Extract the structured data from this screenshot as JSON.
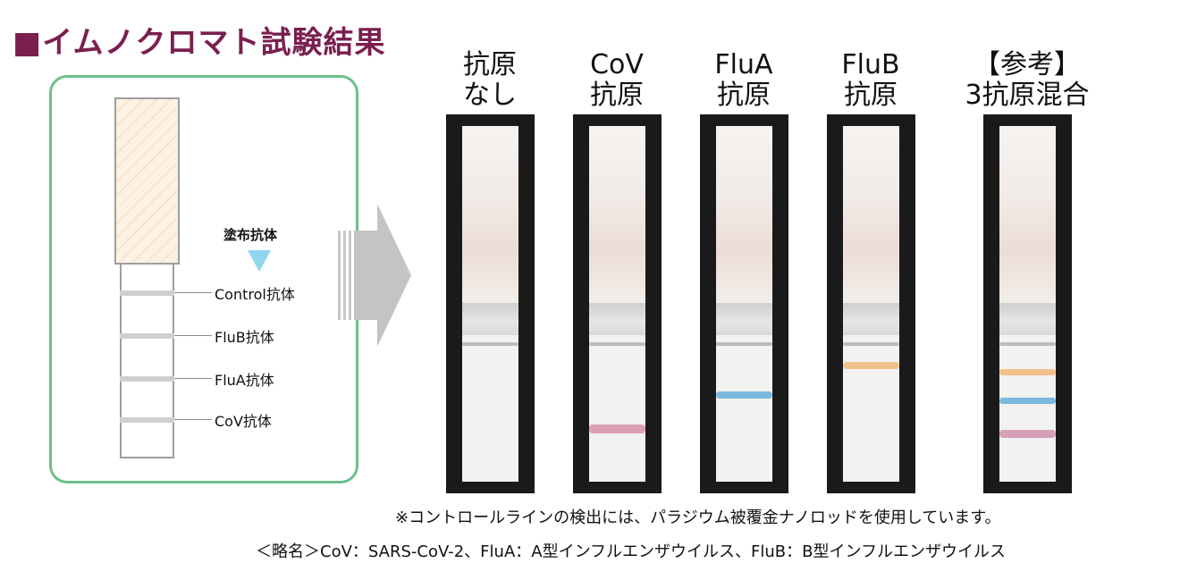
{
  "title": "■イムノクロマト試験結果",
  "diagram": {
    "coating_label": "塗布抗体",
    "labels": [
      "Control抗体",
      "FluB抗体",
      "FluA抗体",
      "CoV抗体"
    ]
  },
  "columns": [
    {
      "line1": "抗原",
      "line2": "なし"
    },
    {
      "line1": "CoV",
      "line2": "抗原"
    },
    {
      "line1": "FluA",
      "line2": "抗原"
    },
    {
      "line1": "FluB",
      "line2": "抗原"
    },
    {
      "line1": "【参考】",
      "line2": "3抗原混合"
    }
  ],
  "colors": {
    "title": "#7a1f4f",
    "panel_border": "#6cc08a",
    "cov_line": "#d98fa6",
    "flua_line": "#5aa7d6",
    "flub_line": "#f0b070",
    "control_line": "#b9b9b9"
  },
  "note": "※コントロールラインの検出には、パラジウム被覆金ナノロッドを使用しています。",
  "abbreviations": "＜略名＞CoV：SARS-CoV-2、FluA：A型インフルエンザウイルス、FluB：B型インフルエンザウイルス"
}
